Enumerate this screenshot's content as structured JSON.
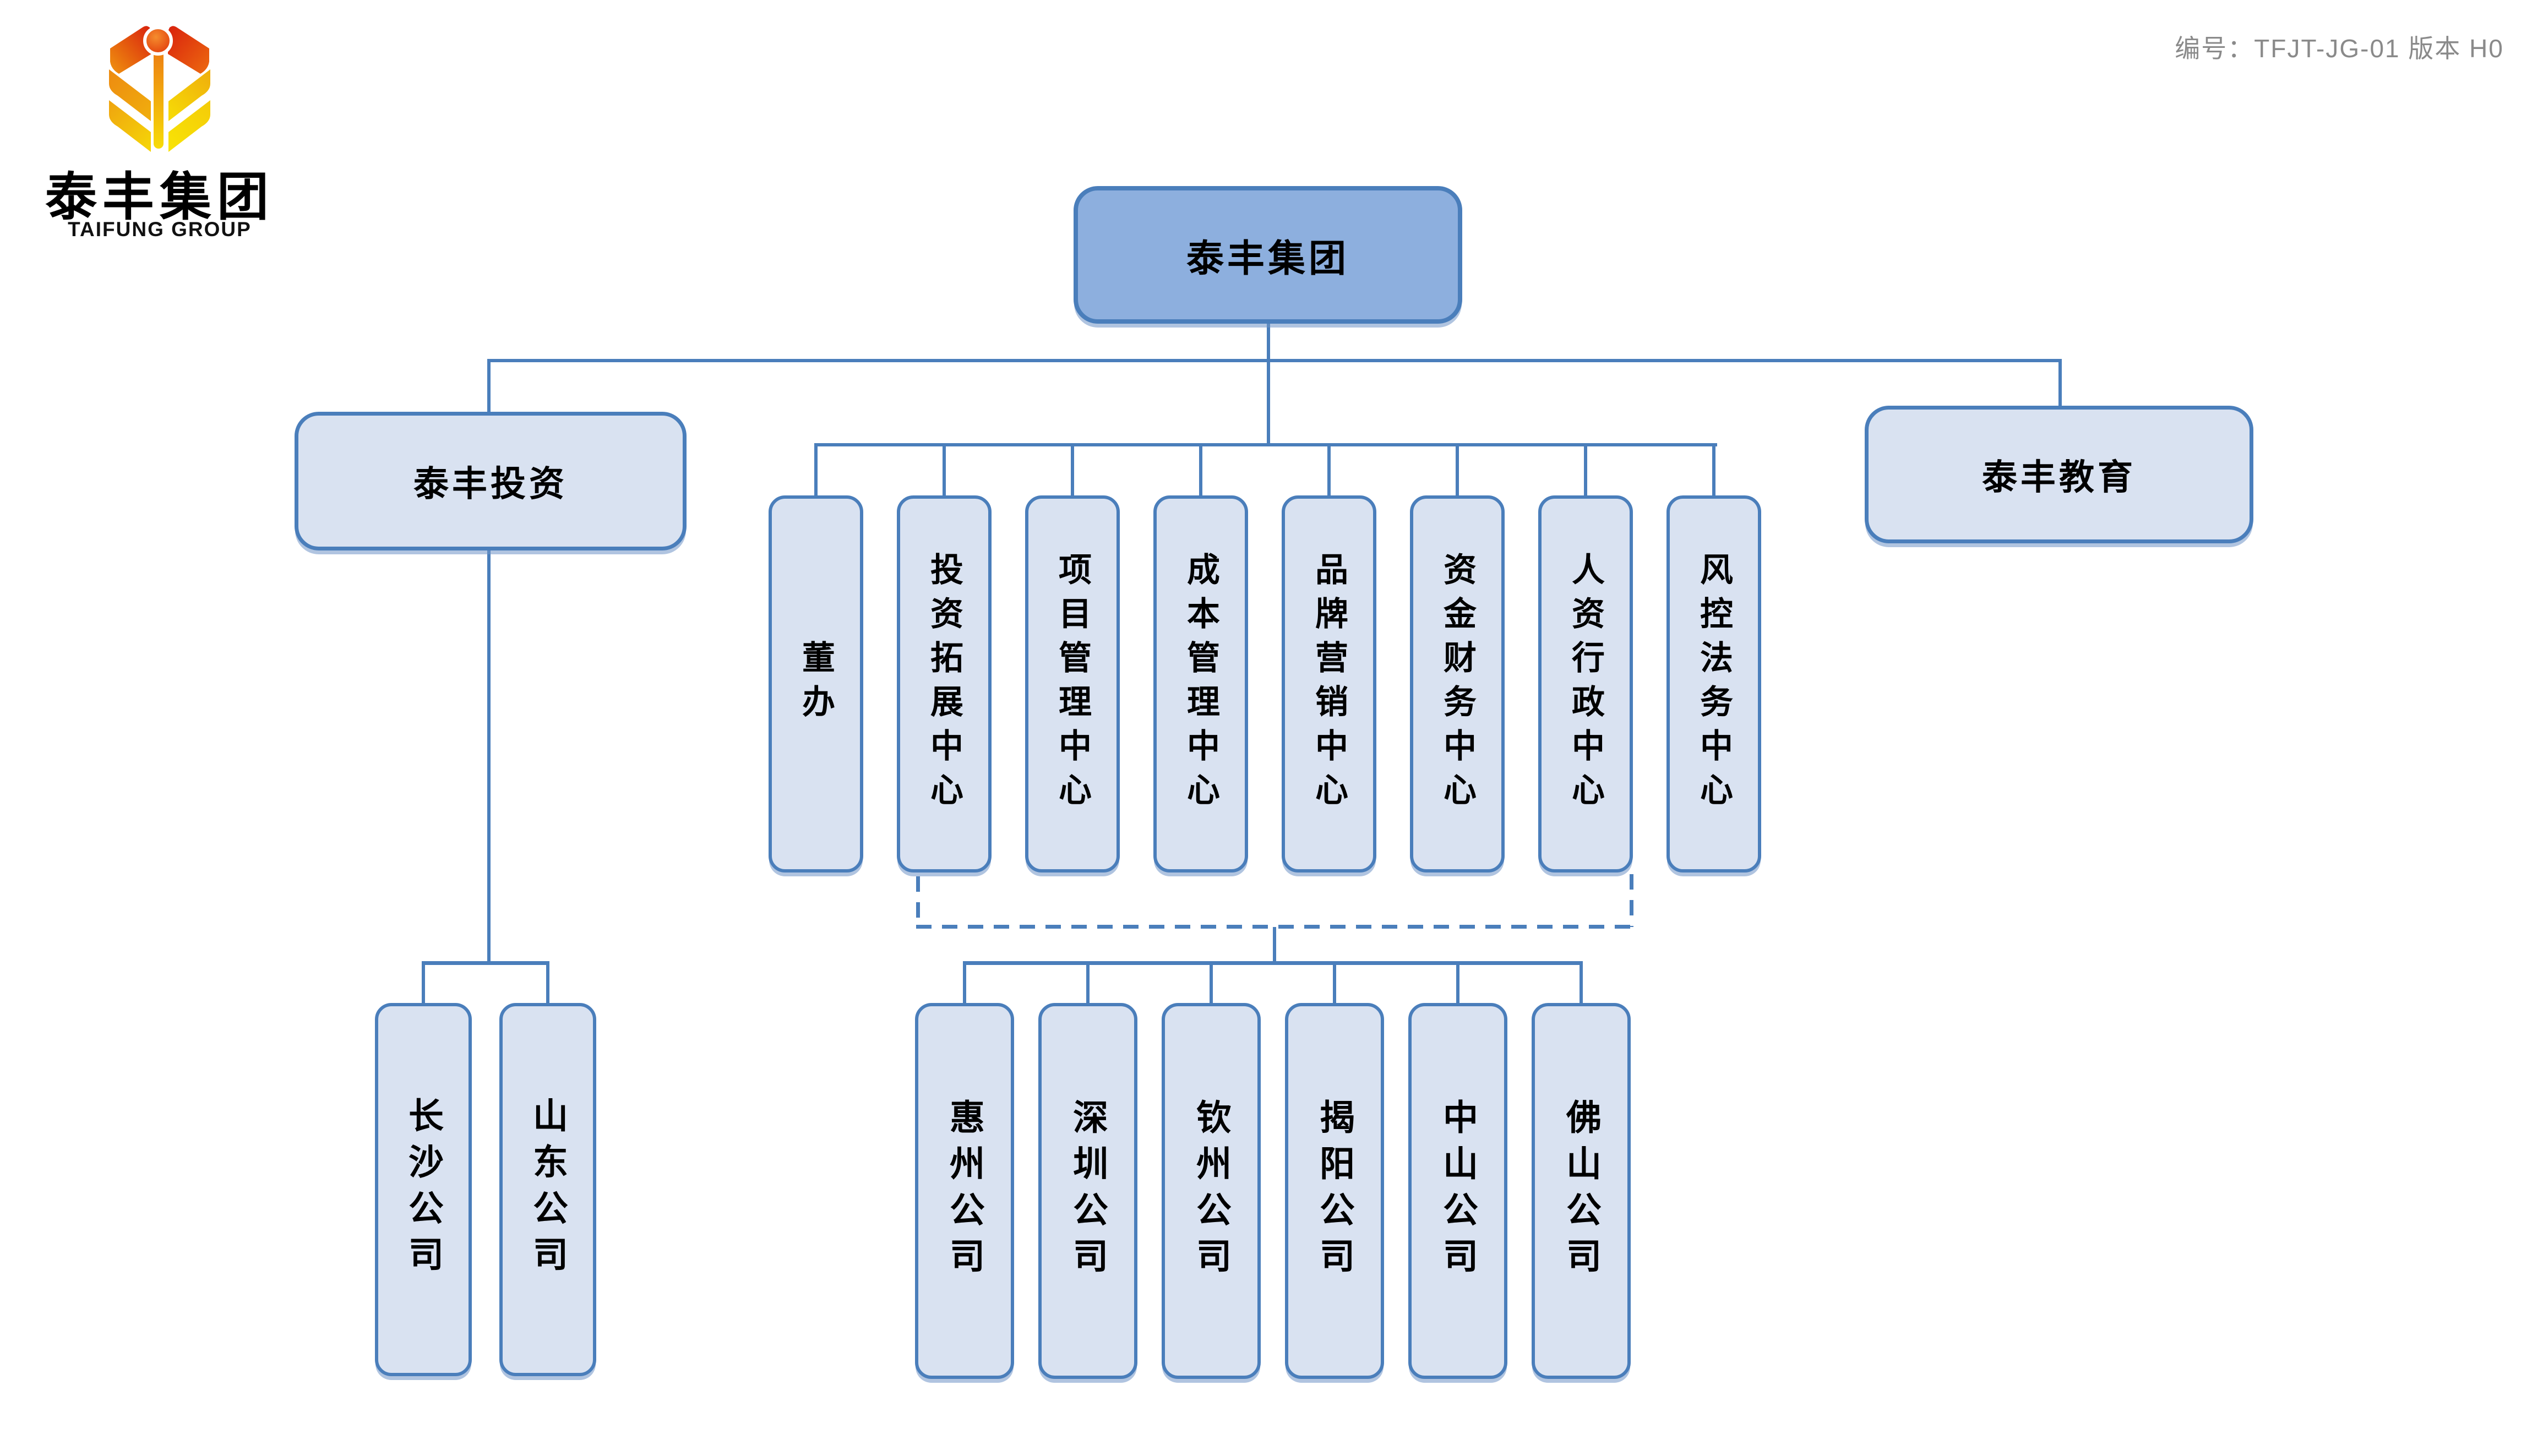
{
  "header": {
    "doc_code": "编号：TFJT-JG-01  版本 H0"
  },
  "logo": {
    "icon": "wheat-emblem-icon",
    "name_cn": "泰丰集团",
    "name_en": "TAIFUNG GROUP",
    "colors": {
      "red": "#D9210D",
      "orange": "#F0940F",
      "yellow": "#F7DC08"
    }
  },
  "org": {
    "root": {
      "label": "泰丰集团"
    },
    "investment": {
      "label": "泰丰投资"
    },
    "education": {
      "label": "泰丰教育"
    },
    "departments": [
      {
        "label": "董办"
      },
      {
        "label": "投资拓展中心"
      },
      {
        "label": "项目管理中心"
      },
      {
        "label": "成本管理中心"
      },
      {
        "label": "品牌营销中心"
      },
      {
        "label": "资金财务中心"
      },
      {
        "label": "人资行政中心"
      },
      {
        "label": "风控法务中心"
      }
    ],
    "investment_children": [
      {
        "label": "长沙公司"
      },
      {
        "label": "山东公司"
      }
    ],
    "subsidiaries": [
      {
        "label": "惠州公司"
      },
      {
        "label": "深圳公司"
      },
      {
        "label": "钦州公司"
      },
      {
        "label": "揭阳公司"
      },
      {
        "label": "中山公司"
      },
      {
        "label": "佛山公司"
      }
    ]
  },
  "colors": {
    "accent_line": "#4A7EBB",
    "root_fill": "#8DAFDE",
    "node_fill": "#D9E2F1",
    "doc_code_text": "#8A8A8A",
    "text": "#000000"
  }
}
